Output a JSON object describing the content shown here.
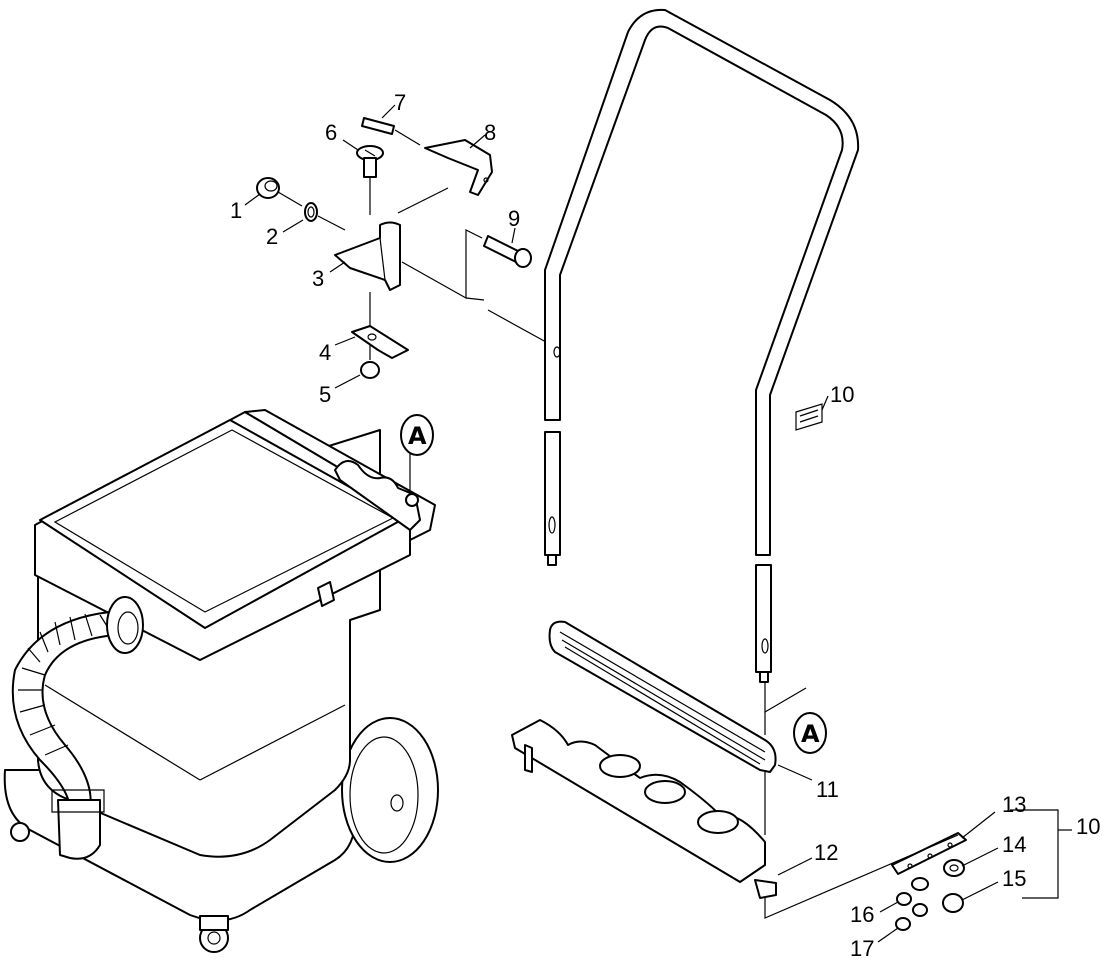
{
  "callouts": {
    "c1": "1",
    "c2": "2",
    "c3": "3",
    "c4": "4",
    "c5": "5",
    "c6": "6",
    "c7": "7",
    "c8": "8",
    "c9": "9",
    "c10a": "10",
    "c11": "11",
    "c12": "12",
    "c13": "13",
    "c14": "14",
    "c15": "15",
    "c16": "16",
    "c17": "17",
    "c10b": "10"
  },
  "markers": {
    "upper": "A",
    "lower": "A"
  }
}
